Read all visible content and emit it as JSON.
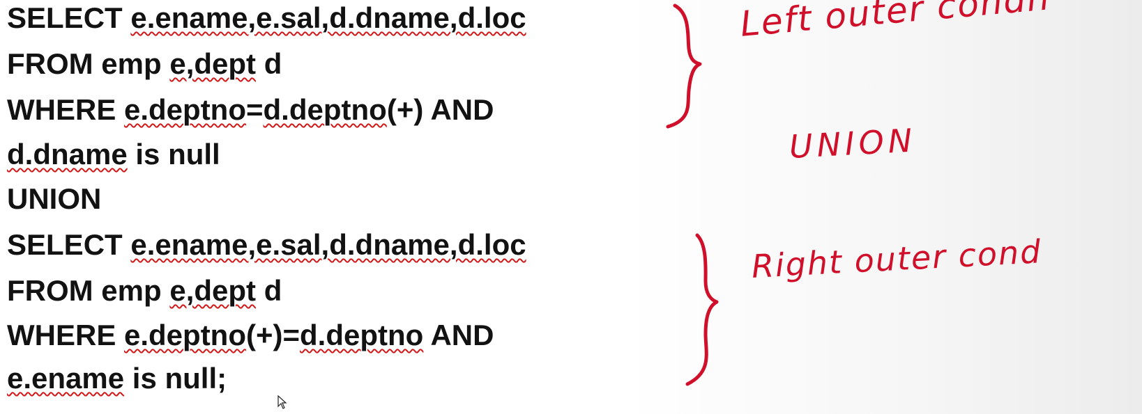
{
  "code_lines": [
    {
      "segments": [
        {
          "text": "SELECT ",
          "squiggle": false
        },
        {
          "text": "e.ename,e.sal,d.dname,d.loc",
          "squiggle": true
        }
      ]
    },
    {
      "segments": [
        {
          "text": "FROM emp ",
          "squiggle": false
        },
        {
          "text": "e,dept",
          "squiggle": true
        },
        {
          "text": " d",
          "squiggle": false
        }
      ]
    },
    {
      "segments": [
        {
          "text": "WHERE ",
          "squiggle": false
        },
        {
          "text": "e.deptno",
          "squiggle": true
        },
        {
          "text": "=",
          "squiggle": false
        },
        {
          "text": "d.deptno",
          "squiggle": true
        },
        {
          "text": "(+) AND",
          "squiggle": false
        }
      ]
    },
    {
      "segments": [
        {
          "text": "d.dname",
          "squiggle": true
        },
        {
          "text": " is null",
          "squiggle": false
        }
      ]
    },
    {
      "segments": [
        {
          "text": "UNION",
          "squiggle": false
        }
      ]
    },
    {
      "segments": [
        {
          "text": "SELECT ",
          "squiggle": false
        },
        {
          "text": "e.ename,e.sal,d.dname,d.loc",
          "squiggle": true
        }
      ]
    },
    {
      "segments": [
        {
          "text": "FROM emp ",
          "squiggle": false
        },
        {
          "text": "e,dept",
          "squiggle": true
        },
        {
          "text": " d",
          "squiggle": false
        }
      ]
    },
    {
      "segments": [
        {
          "text": "WHERE ",
          "squiggle": false
        },
        {
          "text": "e.deptno",
          "squiggle": true
        },
        {
          "text": "(+)=",
          "squiggle": false
        },
        {
          "text": "d.deptno",
          "squiggle": true
        },
        {
          "text": " AND",
          "squiggle": false
        }
      ]
    },
    {
      "segments": [
        {
          "text": "e.ename",
          "squiggle": true
        },
        {
          "text": " is null;",
          "squiggle": false
        }
      ]
    }
  ],
  "annotations": {
    "left_note": "Left outer condn",
    "union_note": "UNION",
    "right_note": "Right outer cond"
  },
  "colors": {
    "code_text": "#121212",
    "spell_squiggle": "#d21818",
    "ink": "#d0102a",
    "background": "#ffffff"
  },
  "icons": [
    "mouse-pointer-icon"
  ]
}
